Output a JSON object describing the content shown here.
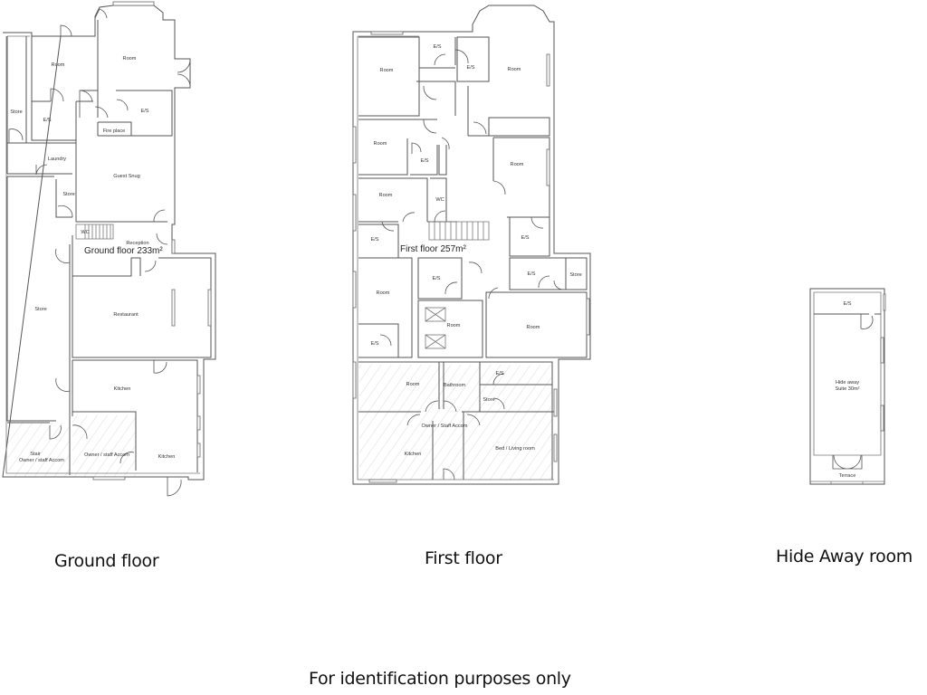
{
  "captions": {
    "ground": "Ground floor",
    "first": "First floor",
    "hideaway": "Hide Away room"
  },
  "footer": "For identification purposes only",
  "ground_floor": {
    "area_label": "Ground floor 233m²",
    "rooms": {
      "room_left": "Room",
      "room_right": "Room",
      "store_left": "Store",
      "es_left": "E/S",
      "es_right": "E/S",
      "fire_place": "Fire place",
      "laundry": "Laundry",
      "guest_snug": "Guest Snug",
      "store_small": "Store",
      "wc": "WC",
      "reception": "Reception",
      "store_long": "Store",
      "restaurant": "Restaurant",
      "kitchen_top": "Kitchen",
      "stair_line1": "Stair",
      "stair_line2": "Owner / staff Accom",
      "owner_accom": "Owner / staff Accom",
      "kitchen_bottom": "Kitchen"
    }
  },
  "first_floor": {
    "area_label": "First floor 257m²",
    "rooms": {
      "room_top_left": "Room",
      "es_top_mid": "E/S",
      "es_top_right": "E/S",
      "room_top_right": "Room",
      "room_mid_left": "Room",
      "es_mid_left": "E/S",
      "room_right_mid": "Room",
      "room_left_3": "Room",
      "wc": "WC",
      "es_left_4": "E/S",
      "es_right_4": "E/S",
      "room_left_5": "Room",
      "es_center": "E/S",
      "es_right_5": "E/S",
      "store_right": "Store",
      "room_center_lift": "Room",
      "room_right_5": "Room",
      "es_left_6": "E/S",
      "room_accom": "Room",
      "bathroom": "Bathroom",
      "es_accom": "E/S",
      "store_accom": "Store",
      "owner_staff_accom": "Owner / Staff Accom",
      "kitchen": "Kitchen",
      "bed_living": "Bed / Living room"
    }
  },
  "hideaway": {
    "rooms": {
      "es": "E/S",
      "suite_line1": "Hide away",
      "suite_line2": "Suite 30m²",
      "terrace": "Terrace"
    }
  },
  "colors": {
    "wall": "#555555",
    "hatch": "#d9c9dc",
    "text": "#111111"
  }
}
